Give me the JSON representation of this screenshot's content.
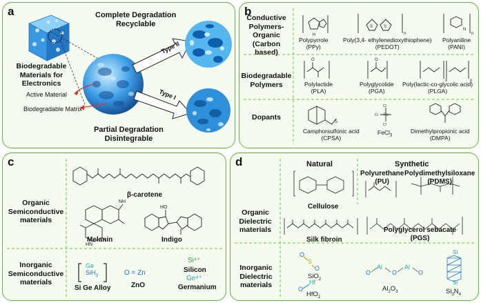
{
  "panels": {
    "a": {
      "label": "a",
      "material_title": "Biodegradable Materials for Electronics",
      "type2_outcome_1": "Complete Degradation",
      "type2_outcome_2": "Recyclable",
      "type1_outcome_1": "Partial Degradation",
      "type1_outcome_2": "Disintegrable",
      "type2_label": "Type II",
      "type1_label": "Type I",
      "active_material": "Active Material",
      "biodegradable_matrix": "Biodegradable Matrix"
    },
    "b": {
      "label": "b",
      "row1_header": "Conductive Polymers- Organic (Carbon based)",
      "row2_header": "Biodegradable Polymers",
      "row3_header": "Dopants",
      "compounds": [
        {
          "name": "Polypyrrole",
          "abbr": "(PPy)"
        },
        {
          "name": "Poly(3,4- ethylenedioxythiophene)",
          "abbr": "(PEDOT)"
        },
        {
          "name": "Polyaniline",
          "abbr": "(PANI)"
        },
        {
          "name": "Polylactide",
          "abbr": "(PLA)"
        },
        {
          "name": "Polyglycolide",
          "abbr": "(PGA)"
        },
        {
          "name": "Poly(lactic-co-glycolic acid)",
          "abbr": "(PLGA)"
        },
        {
          "name": "Camphorsulfonic acid",
          "abbr": "(CPSA)"
        },
        {
          "name": "FeCl",
          "abbr": ""
        },
        {
          "name": "Dimethylpropionic acid",
          "abbr": "(DMPA)"
        }
      ]
    },
    "c": {
      "label": "c",
      "organic_header": "Organic Semiconductive materials",
      "inorganic_header": "Inorganic Semiconductive materials",
      "beta_carotene": "β-carotene",
      "melanin": "Melanin",
      "indigo": "Indigo",
      "si_ge_alloy": "Si Ge Alloy",
      "zno": "ZnO",
      "silicon": "Silicon",
      "germanium": "Germanium",
      "zno_formula": "O = Zn",
      "si_ion": "Si⁴⁺",
      "ge_ion": "Ge⁴⁺",
      "sige_formula": "SiH",
      "ge_text": "Ge"
    },
    "d": {
      "label": "d",
      "natural_header": "Natural",
      "synthetic_header": "Synthetic",
      "organic_header": "Organic Dielectric materials",
      "inorganic_header": "Inorganic Dielectric materials",
      "cellulose": "Cellulose",
      "silk_fibroin": "Silk fibroin",
      "polyurethane": "Polyurethane",
      "pu_abbr": "(PU)",
      "polydimethylsiloxane": "Polydimethylsiloxane",
      "pdms_abbr": "(PDMS)",
      "pgs": "Polyglycerol sebacate",
      "pgs_abbr": "(PGS)",
      "sio2": "SiO",
      "al2o3": "Al O",
      "si3n4": "Si N",
      "hfo2": "HfO"
    }
  },
  "colors": {
    "panel_border": "#5db53a",
    "panel_fill": "#f6fbef",
    "sphere_blue": "#2f8fd8",
    "arrow_red": "#e0332b",
    "element_blue": "#1f6fc7",
    "element_teal": "#22a6b3",
    "element_green": "#2aa43c",
    "element_gold": "#c9a21b"
  }
}
